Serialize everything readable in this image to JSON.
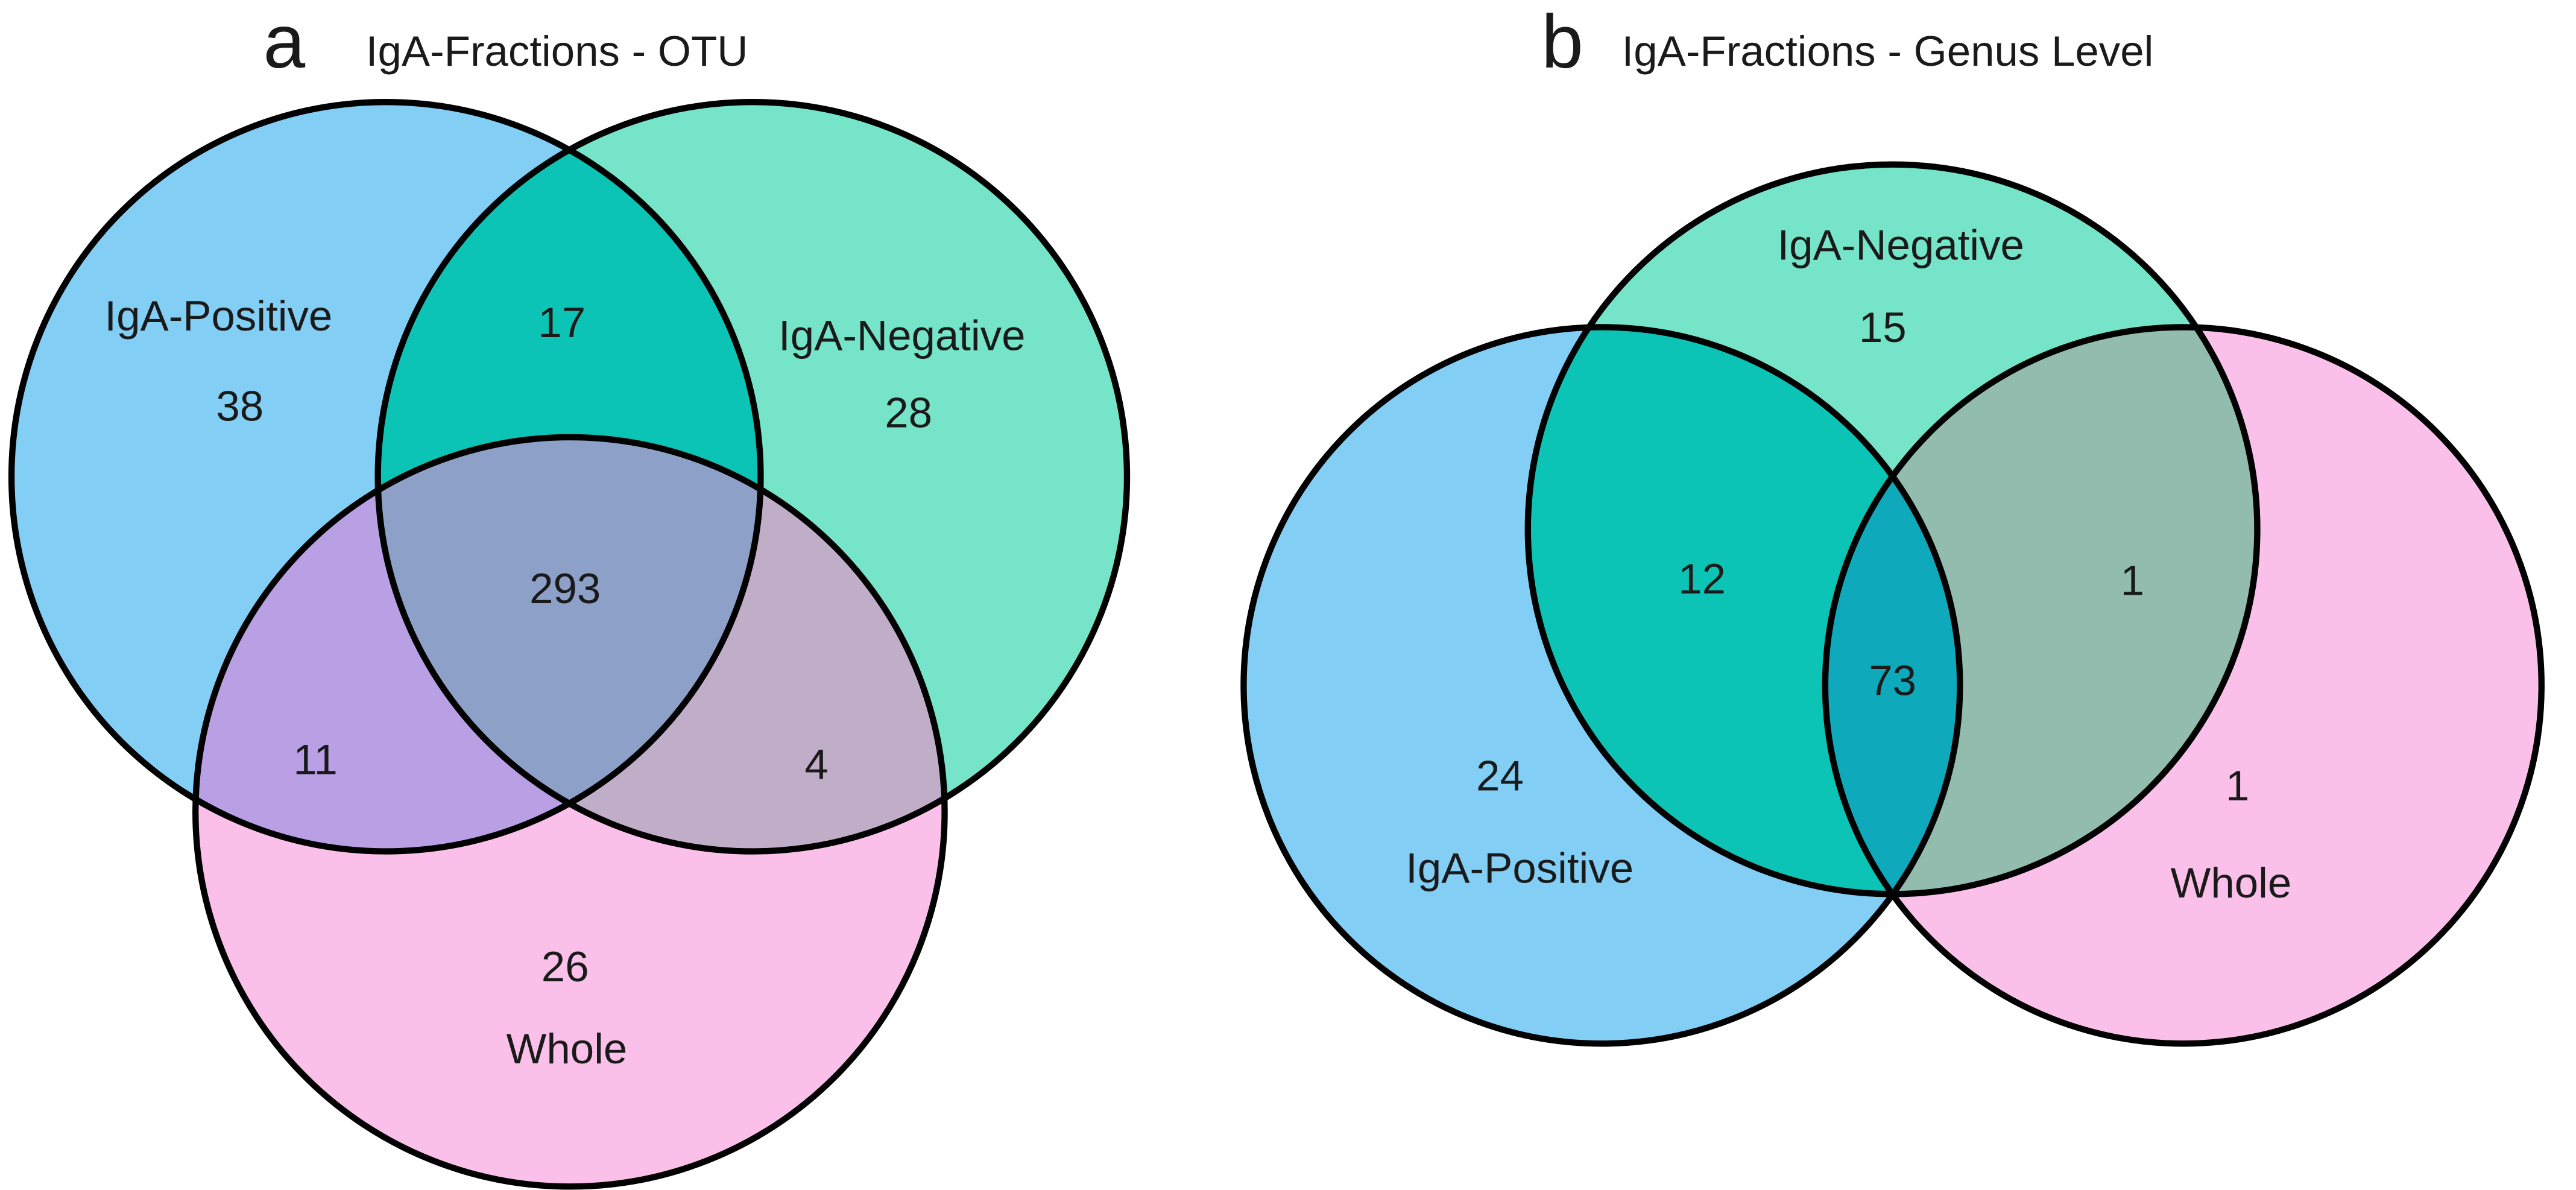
{
  "figure": {
    "description": "Two three-set Venn diagrams comparing IgA fractions",
    "venn_data": [
      {
        "panel": "a",
        "title": "IgA-Fractions - OTU",
        "sets": [
          "IgA-Positive",
          "IgA-Negative",
          "Whole"
        ],
        "regions": {
          "iga_positive_only": 38,
          "iga_negative_only": 28,
          "whole_only": 26,
          "iga_positive_and_iga_negative": 17,
          "iga_positive_and_whole": 11,
          "iga_negative_and_whole": 4,
          "all_three": 293
        }
      },
      {
        "panel": "b",
        "title": "IgA-Fractions - Genus Level",
        "sets": [
          "IgA-Positive",
          "IgA-Negative",
          "Whole"
        ],
        "regions": {
          "iga_positive_only": 24,
          "iga_negative_only": 15,
          "whole_only": 1,
          "iga_positive_and_iga_negative": 12,
          "iga_negative_and_whole": 1,
          "all_three": 73
        }
      }
    ]
  },
  "a": {
    "panel_letter": "a",
    "title": "IgA-Fractions - OTU",
    "labels": {
      "positive": "IgA-Positive",
      "negative": "IgA-Negative",
      "whole": "Whole"
    },
    "counts": {
      "positive_only": "38",
      "negative_only": "28",
      "whole_only": "26",
      "positive_negative": "17",
      "positive_whole": "11",
      "negative_whole": "4",
      "all_three": "293"
    }
  },
  "b": {
    "panel_letter": "b",
    "title": "IgA-Fractions - Genus Level",
    "labels": {
      "positive": "IgA-Positive",
      "negative": "IgA-Negative",
      "whole": "Whole"
    },
    "counts": {
      "positive_only": "24",
      "negative_only": "15",
      "whole_only": "1",
      "positive_negative": "12",
      "negative_whole": "1",
      "all_three": "73"
    }
  },
  "colors": {
    "outline": "#000000",
    "text": "#1a1a1a",
    "blue_circle": "#82CEF5",
    "green_circle": "#75E4C8",
    "pink_circle": "#FAC0E9",
    "teal_overlap": "#0CC4B5",
    "purple_overlap": "#B9A0E4",
    "mauve_overlap": "#C0ADC8",
    "center_overlap": "#8CA0C8",
    "dark_teal_overlap": "#0FA9BC",
    "gray_green_overlap": "#92BCAE",
    "background": "#ffffff"
  }
}
